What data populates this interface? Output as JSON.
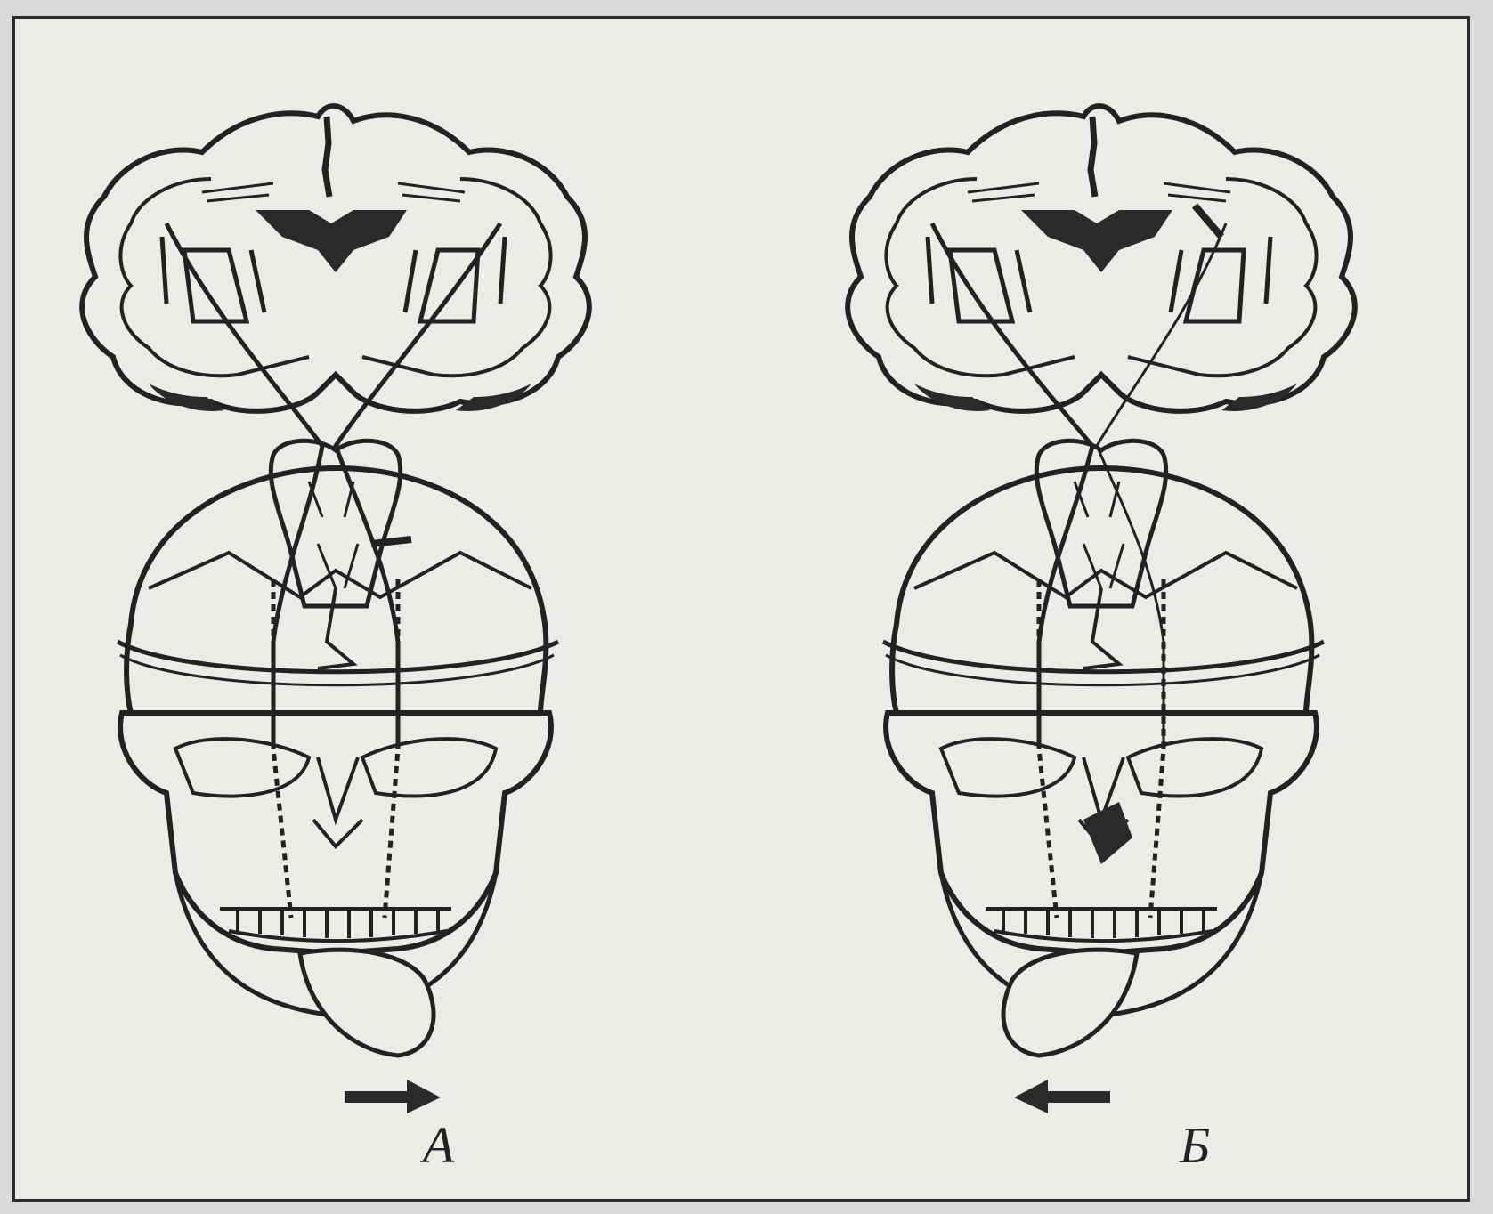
{
  "figure": {
    "panels": [
      {
        "label": "A",
        "tongue_deviation": "right"
      },
      {
        "label": "Б",
        "tongue_deviation": "left"
      }
    ],
    "colors": {
      "line": "#222222",
      "fill_dark": "#2a2a2a",
      "paper": "#ecebe8",
      "page_edge": "#2b2b2b"
    }
  }
}
